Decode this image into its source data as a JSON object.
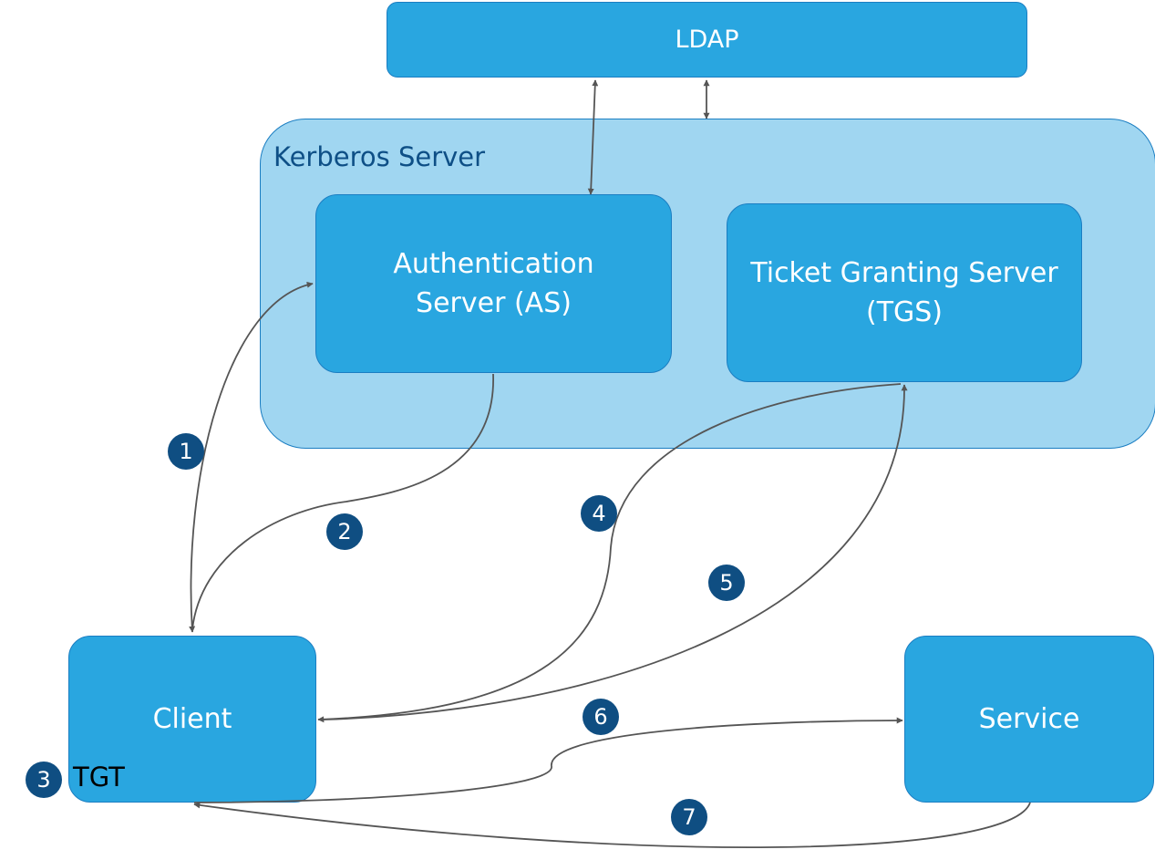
{
  "nodes": {
    "ldap": "LDAP",
    "kerberos_server": "Kerberos Server",
    "authentication_server": [
      "Authentication",
      "Server (AS)"
    ],
    "ticket_granting_server": [
      "Ticket Granting Server",
      "(TGS)"
    ],
    "client": "Client",
    "service": "Service"
  },
  "steps": [
    "1",
    "2",
    "3",
    "4",
    "5",
    "6",
    "7"
  ],
  "client_note": "TGT",
  "colors": {
    "box_fill": "#29a6e0",
    "box_border": "#1b7ec2",
    "container_fill": "#a0d6f1",
    "step_badge": "#0f4e82",
    "arrow": "#555555"
  }
}
